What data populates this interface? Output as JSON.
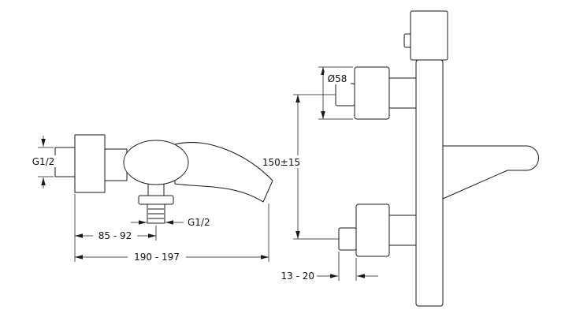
{
  "side_view": {
    "inlet_thread_label": "G1/2",
    "outlet_thread_label": "G1/2",
    "outlet_center_distance": "85 - 92",
    "overall_length": "190 - 197"
  },
  "profile_view": {
    "knob_diameter": "Ø58",
    "handle_spacing": "150±15",
    "projection_depth": "13 - 20"
  }
}
